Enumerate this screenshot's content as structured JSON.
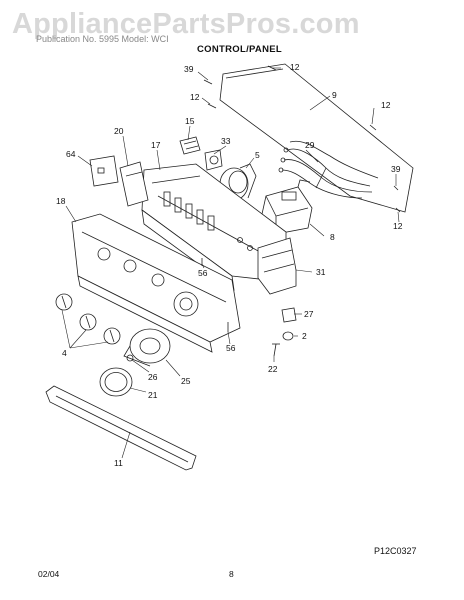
{
  "header": {
    "watermark": "AppliancePartsPros.com",
    "model_line": "Publication No. 5995 Model: WCI",
    "section_title": "CONTROL/PANEL"
  },
  "callouts": [
    "39",
    "12",
    "12",
    "9",
    "12",
    "15",
    "33",
    "20",
    "17",
    "5",
    "29",
    "39",
    "64",
    "12",
    "8",
    "18",
    "56",
    "31",
    "27",
    "2",
    "56",
    "4",
    "26",
    "25",
    "22",
    "21",
    "11"
  ],
  "footer": {
    "diagram_code": "P12C0327",
    "date": "02/04",
    "page": "8"
  }
}
